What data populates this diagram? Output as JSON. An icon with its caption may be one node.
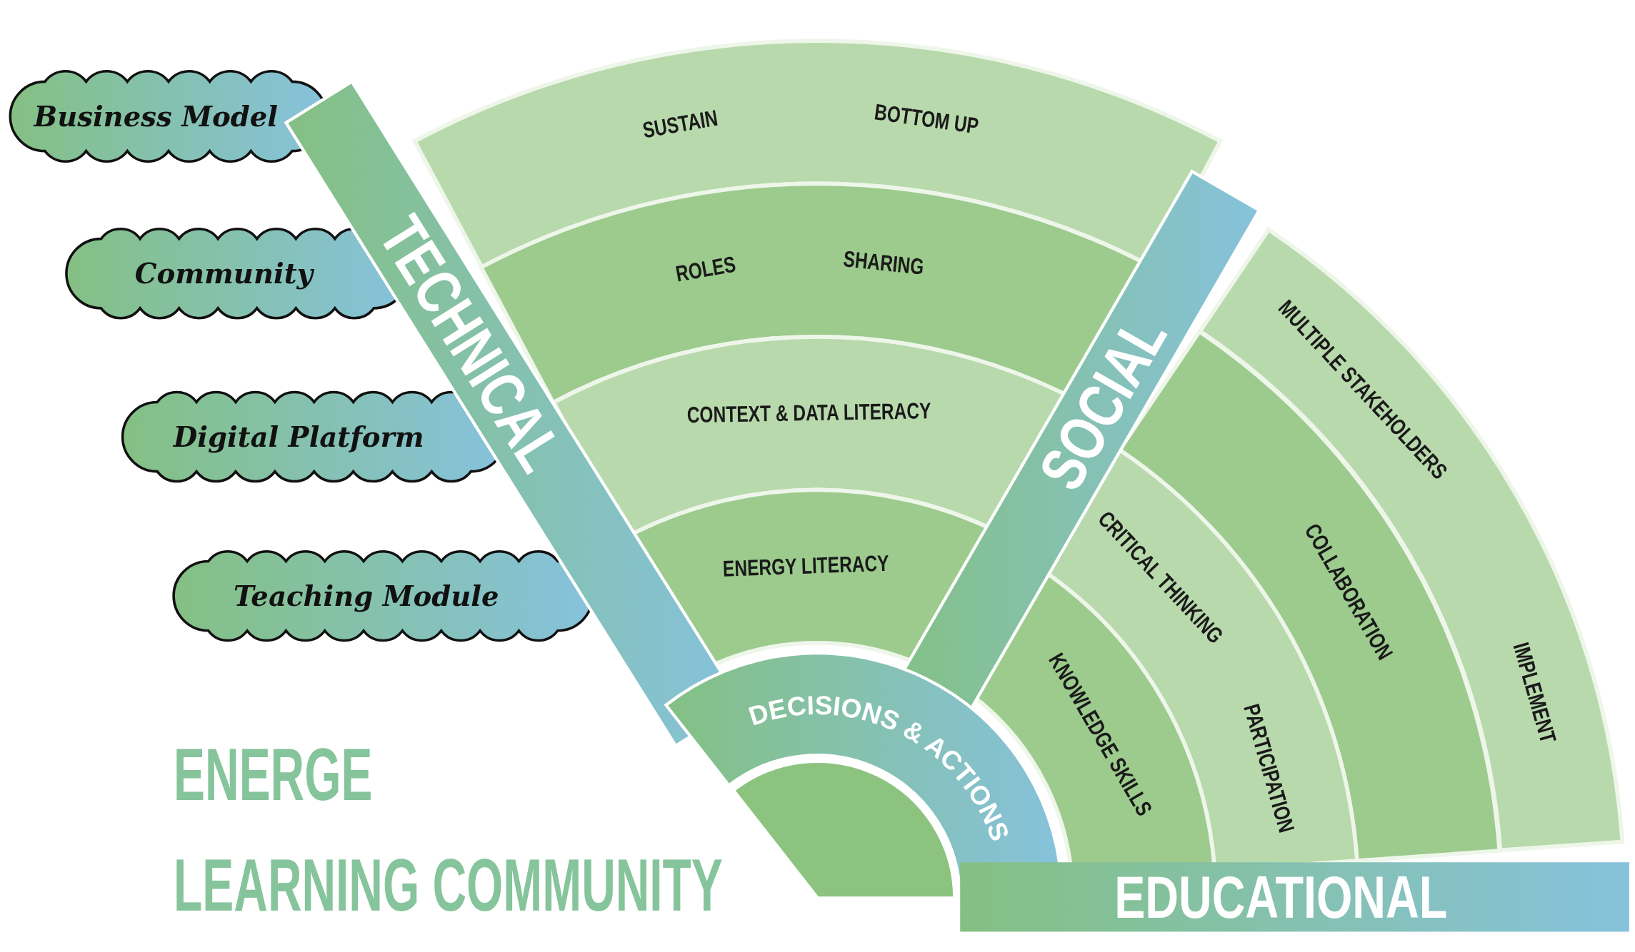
{
  "diagram": {
    "title": "ENERGE LEARNING COMMUNITY",
    "nodes": [
      {
        "text": [
          "Business Model"
        ]
      },
      {
        "text": [
          "Community"
        ]
      },
      {
        "text": [
          "Digital Platform"
        ]
      },
      {
        "text": [
          "Teaching Module"
        ]
      },
      {
        "text": [
          "TECHNICAL"
        ]
      },
      {
        "text": [
          "SUSTAIN",
          "BOTTOM UP"
        ]
      },
      {
        "text": [
          "ROLES",
          "SHARING"
        ]
      },
      {
        "text": [
          "CONTEXT & DATA LITERACY"
        ]
      },
      {
        "text": [
          "ENERGY LITERACY"
        ]
      },
      {
        "text": [
          "SOCIAL"
        ]
      },
      {
        "text": [
          "MULTIPLE STAKEHOLDERS",
          "IMPLEMENT"
        ]
      },
      {
        "text": [
          "COLLABORATION"
        ]
      },
      {
        "text": [
          "CRITICAL THINKING",
          "PARTICIPATION"
        ]
      },
      {
        "text": [
          "KNOWLEDGE SKILLS"
        ]
      },
      {
        "text": [
          "DECISIONS & ACTIONS"
        ]
      },
      {
        "text": [
          "EDUCATIONAL"
        ]
      },
      {
        "text": [],
        "shape": "circle"
      }
    ],
    "edges": []
  }
}
